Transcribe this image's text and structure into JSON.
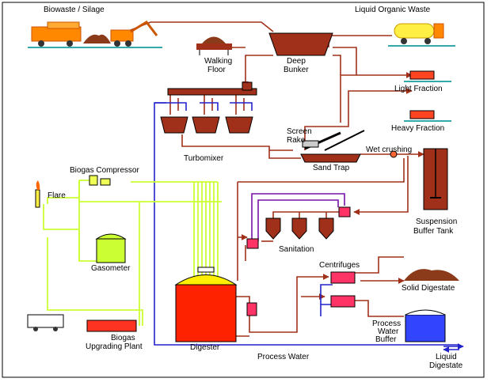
{
  "labels": {
    "biowaste": "Biowaste / Silage",
    "liquid_waste": "Liquid Organic Waste",
    "walking_floor_1": "Walking",
    "walking_floor_2": "Floor",
    "deep_bunker_1": "Deep",
    "deep_bunker_2": "Bunker",
    "light_fraction": "Light Fraction",
    "heavy_fraction": "Heavy Fraction",
    "turbomixer": "Turbomixer",
    "screen_rake_1": "Screen",
    "screen_rake_2": "Rake",
    "sand_trap": "Sand Trap",
    "wet_crushing": "Wet crushing",
    "biogas_compressor": "Biogas Compressor",
    "flare": "Flare",
    "suspension_1": "Suspension",
    "suspension_2": "Buffer Tank",
    "gasometer": "Gasometer",
    "sanitation": "Sanitation",
    "centrifuges": "Centrifuges",
    "solid_digestate": "Solid Digestate",
    "process_buffer_1": "Process",
    "process_buffer_2": "Water",
    "process_buffer_3": "Buffer",
    "upgrading_1": "Biogas",
    "upgrading_2": "Upgrading Plant",
    "digester": "Digester",
    "process_water": "Process Water",
    "liquid_digestate_1": "Liquid",
    "liquid_digestate_2": "Digestate"
  },
  "colors": {
    "sludge": "#a0301a",
    "gas": "#ccff33",
    "water": "#2222cc",
    "sanitation_line": "#7711aa",
    "digester_body": "#ff2200",
    "digester_top": "#ffee00",
    "vehicle": "#ff8800",
    "waste_pile": "#8b3a1a"
  }
}
